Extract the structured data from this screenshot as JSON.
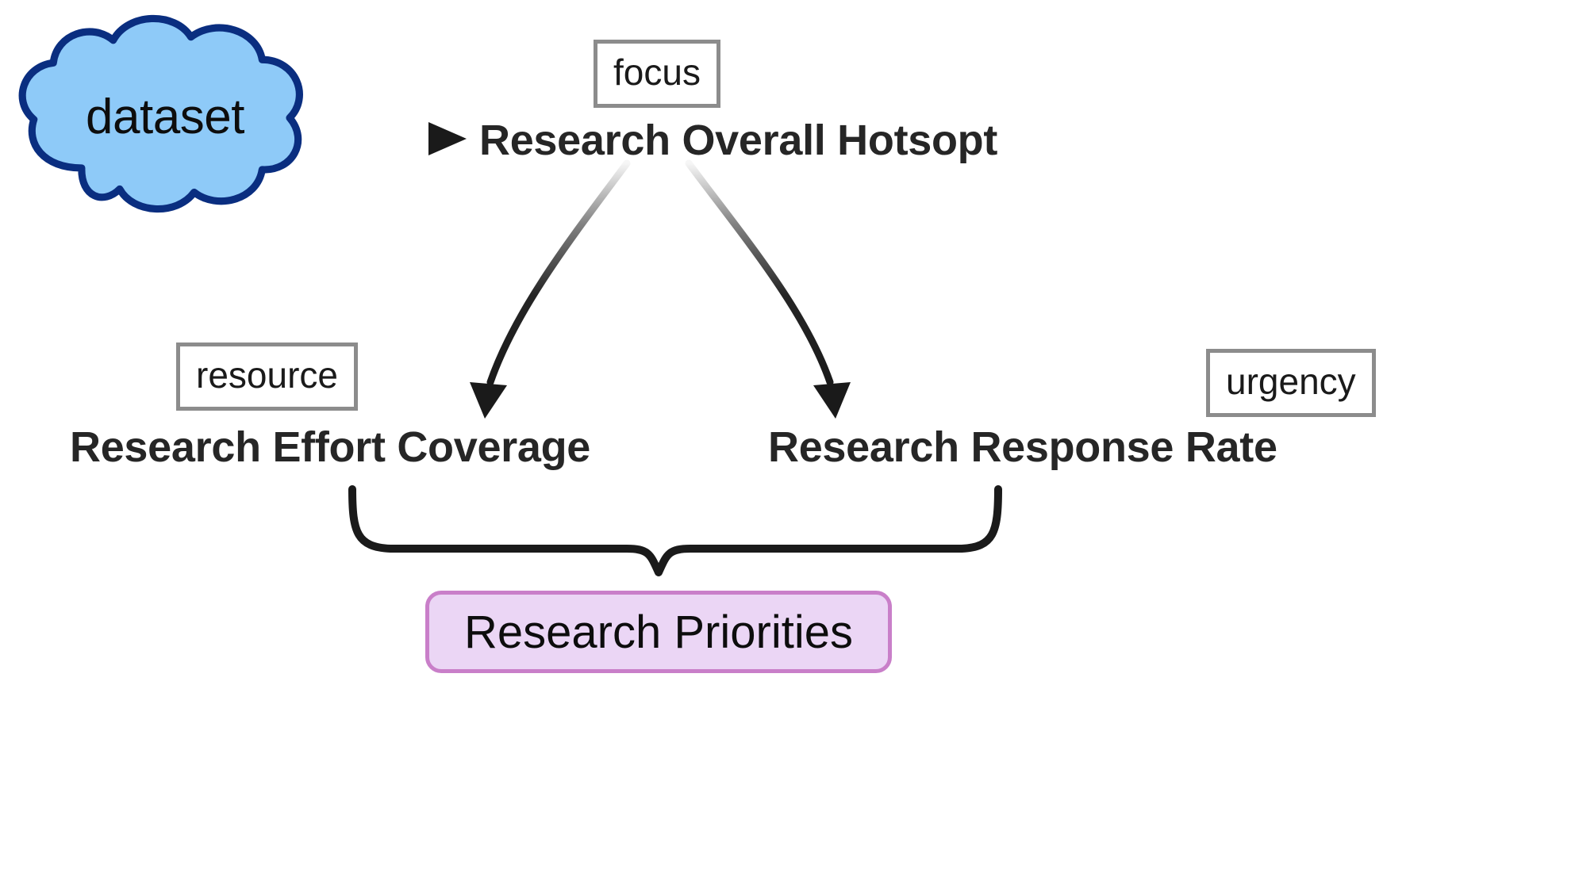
{
  "diagram": {
    "title": "Research Priorities dependency diagram",
    "source_node": {
      "label": "dataset",
      "shape": "cloud",
      "fill": "#8ECAF8",
      "stroke": "#0A2E80"
    },
    "top_node": {
      "tag": "focus",
      "label": "Research Overall Hotsopt"
    },
    "left_node": {
      "tag": "resource",
      "label": "Research Effort Coverage"
    },
    "right_node": {
      "tag": "urgency",
      "label": "Research Response Rate"
    },
    "result_node": {
      "label": "Research Priorities",
      "fill": "#EBD6F5",
      "stroke": "#C97FC9"
    },
    "edges": [
      {
        "name": "dataset-to-top",
        "from": "dataset",
        "to": "Research Overall Hotsopt",
        "style": "straight-arrow-gradient"
      },
      {
        "name": "top-to-left",
        "from": "Research Overall Hotsopt",
        "to": "Research Effort Coverage",
        "style": "curved-arrow-gradient"
      },
      {
        "name": "top-to-right",
        "from": "Research Overall Hotsopt",
        "to": "Research Response Rate",
        "style": "curved-arrow-gradient"
      },
      {
        "name": "children-to-result",
        "from": "Research Effort Coverage + Research Response Rate",
        "to": "Research Priorities",
        "style": "curly-brace"
      }
    ],
    "colors": {
      "tag_border": "#8C8C8C",
      "node_text": "#262626",
      "edge": "#1A1A1A",
      "background": "#FFFFFF"
    }
  }
}
